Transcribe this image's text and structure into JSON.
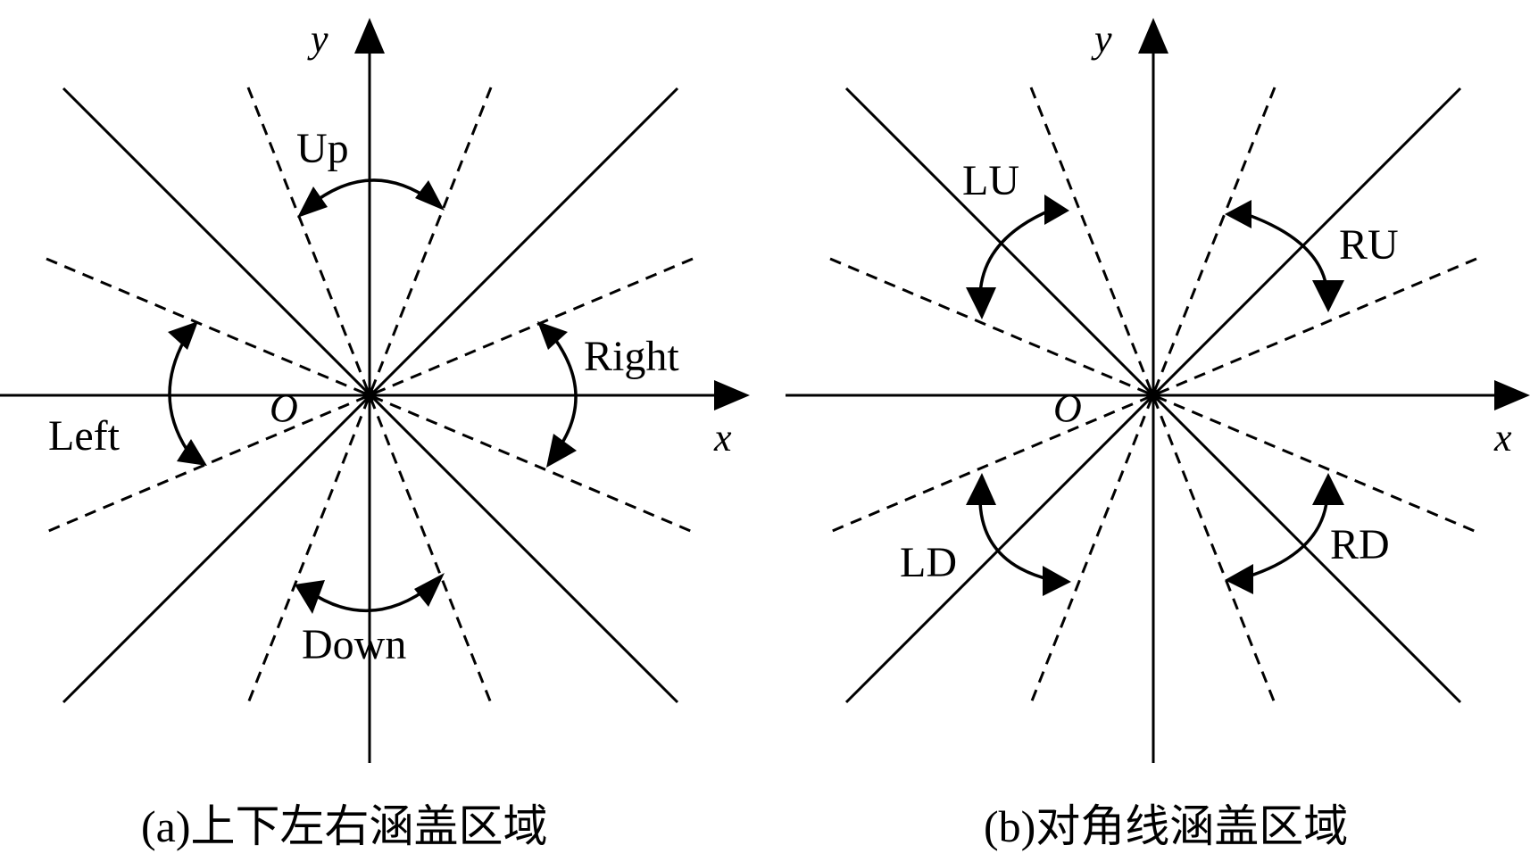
{
  "panel_a": {
    "origin_label": "O",
    "x_axis_label": "x",
    "y_axis_label": "y",
    "regions": {
      "up": "Up",
      "down": "Down",
      "left": "Left",
      "right": "Right"
    },
    "caption": "(a)上下左右涵盖区域"
  },
  "panel_b": {
    "origin_label": "O",
    "x_axis_label": "x",
    "y_axis_label": "y",
    "regions": {
      "lu": "LU",
      "ru": "RU",
      "ld": "LD",
      "rd": "RD"
    },
    "caption": "(b)对角线涵盖区域"
  }
}
